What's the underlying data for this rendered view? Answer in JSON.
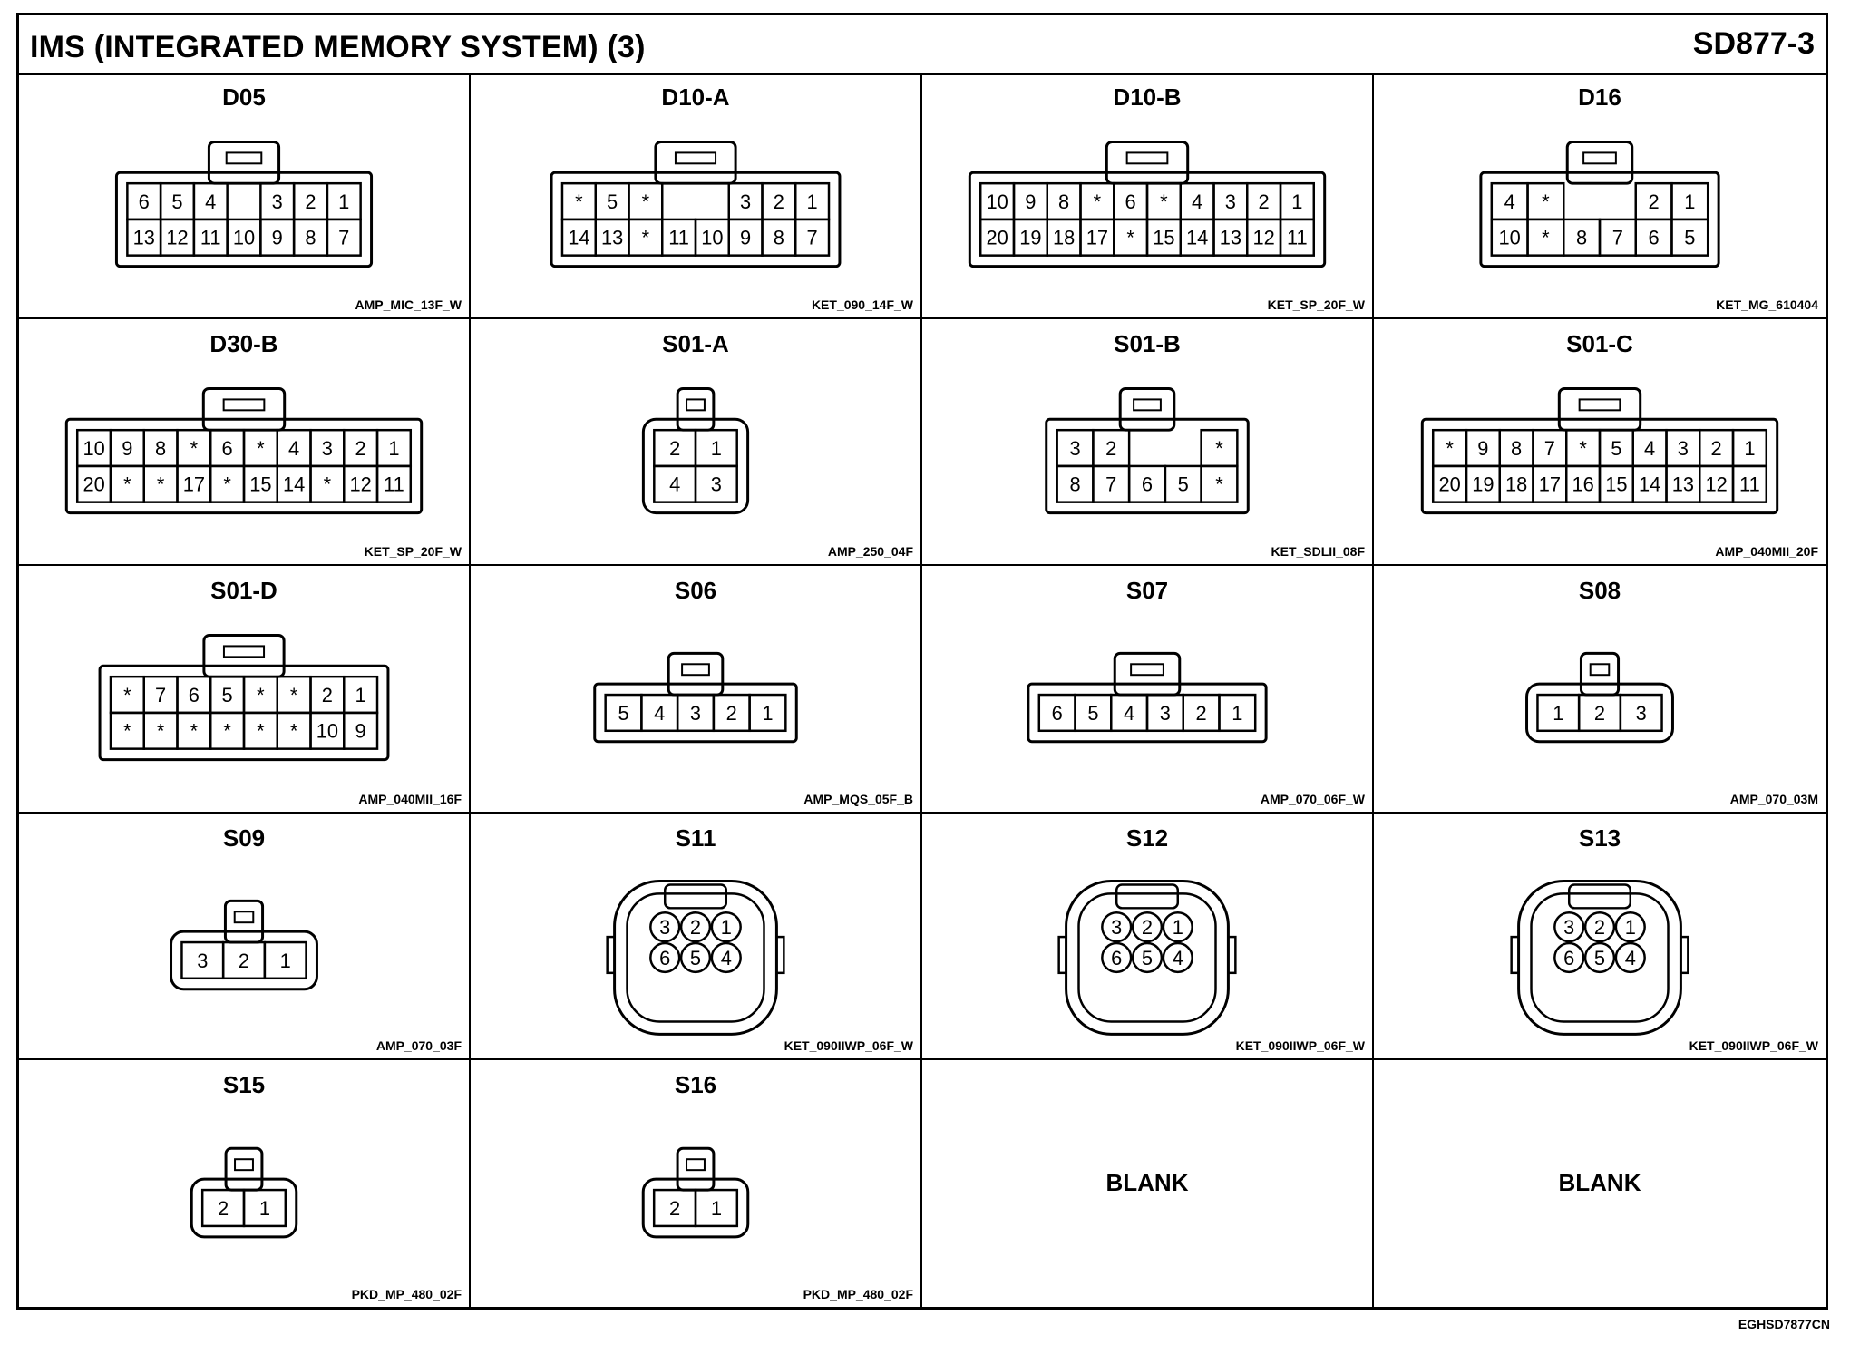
{
  "header": {
    "title": "IMS (INTEGRATED MEMORY SYSTEM) (3)",
    "code": "SD877-3"
  },
  "footer": {
    "ref": "EGHSD7877CN"
  },
  "connectors": [
    {
      "name": "D05",
      "type": "AMP_MIC_13F_W",
      "style": "rect",
      "cols": 7,
      "rows": [
        [
          "6",
          "5",
          "4",
          "",
          "3",
          "2",
          "1"
        ],
        [
          "13",
          "12",
          "11",
          "10",
          "9",
          "8",
          "7"
        ]
      ]
    },
    {
      "name": "D10-A",
      "type": "KET_090_14F_W",
      "style": "rect",
      "cols": 8,
      "rows": [
        [
          "*",
          "5",
          "*",
          "",
          "",
          "3",
          "2",
          "1"
        ],
        [
          "14",
          "13",
          "*",
          "11",
          "10",
          "9",
          "8",
          "7"
        ]
      ]
    },
    {
      "name": "D10-B",
      "type": "KET_SP_20F_W",
      "style": "rect",
      "cols": 10,
      "rows": [
        [
          "10",
          "9",
          "8",
          "*",
          "6",
          "*",
          "4",
          "3",
          "2",
          "1"
        ],
        [
          "20",
          "19",
          "18",
          "17",
          "*",
          "15",
          "14",
          "13",
          "12",
          "11"
        ]
      ]
    },
    {
      "name": "D16",
      "type": "KET_MG_610404",
      "style": "rect",
      "cols": 6,
      "rows": [
        [
          "4",
          "*",
          "",
          "",
          "2",
          "1"
        ],
        [
          "10",
          "*",
          "8",
          "7",
          "6",
          "5"
        ]
      ]
    },
    {
      "name": "D30-B",
      "type": "KET_SP_20F_W",
      "style": "rect",
      "cols": 10,
      "rows": [
        [
          "10",
          "9",
          "8",
          "*",
          "6",
          "*",
          "4",
          "3",
          "2",
          "1"
        ],
        [
          "20",
          "*",
          "*",
          "17",
          "*",
          "15",
          "14",
          "*",
          "12",
          "11"
        ]
      ]
    },
    {
      "name": "S01-A",
      "type": "AMP_250_04F",
      "style": "rect",
      "cols": 2,
      "rows": [
        [
          "2",
          "1"
        ],
        [
          "4",
          "3"
        ]
      ]
    },
    {
      "name": "S01-B",
      "type": "KET_SDLII_08F",
      "style": "rect",
      "cols": 5,
      "rows": [
        [
          "3",
          "2",
          "",
          "",
          "*"
        ],
        [
          "8",
          "7",
          "6",
          "5",
          "*"
        ]
      ]
    },
    {
      "name": "S01-C",
      "type": "AMP_040MII_20F",
      "style": "rect",
      "cols": 10,
      "rows": [
        [
          "*",
          "9",
          "8",
          "7",
          "*",
          "5",
          "4",
          "3",
          "2",
          "1"
        ],
        [
          "20",
          "19",
          "18",
          "17",
          "16",
          "15",
          "14",
          "13",
          "12",
          "11"
        ]
      ]
    },
    {
      "name": "S01-D",
      "type": "AMP_040MII_16F",
      "style": "rect",
      "cols": 8,
      "rows": [
        [
          "*",
          "7",
          "6",
          "5",
          "*",
          "*",
          "2",
          "1"
        ],
        [
          "*",
          "*",
          "*",
          "*",
          "*",
          "*",
          "10",
          "9"
        ]
      ]
    },
    {
      "name": "S06",
      "type": "AMP_MQS_05F_B",
      "style": "rect",
      "cols": 5,
      "rows": [
        [
          "5",
          "4",
          "3",
          "2",
          "1"
        ]
      ]
    },
    {
      "name": "S07",
      "type": "AMP_070_06F_W",
      "style": "rect",
      "cols": 6,
      "rows": [
        [
          "6",
          "5",
          "4",
          "3",
          "2",
          "1"
        ]
      ]
    },
    {
      "name": "S08",
      "type": "AMP_070_03M",
      "style": "rect",
      "cols": 3,
      "rows": [
        [
          "1",
          "2",
          "3"
        ]
      ]
    },
    {
      "name": "S09",
      "type": "AMP_070_03F",
      "style": "rect",
      "cols": 3,
      "rows": [
        [
          "3",
          "2",
          "1"
        ]
      ]
    },
    {
      "name": "S11",
      "type": "KET_090IIWP_06F_W",
      "style": "round",
      "cols": 3,
      "rows": [
        [
          "3",
          "2",
          "1"
        ],
        [
          "6",
          "5",
          "4"
        ]
      ]
    },
    {
      "name": "S12",
      "type": "KET_090IIWP_06F_W",
      "style": "round",
      "cols": 3,
      "rows": [
        [
          "3",
          "2",
          "1"
        ],
        [
          "6",
          "5",
          "4"
        ]
      ]
    },
    {
      "name": "S13",
      "type": "KET_090IIWP_06F_W",
      "style": "round",
      "cols": 3,
      "rows": [
        [
          "3",
          "2",
          "1"
        ],
        [
          "6",
          "5",
          "4"
        ]
      ]
    },
    {
      "name": "S15",
      "type": "PKD_MP_480_02F",
      "style": "rect",
      "cols": 2,
      "rows": [
        [
          "2",
          "1"
        ]
      ]
    },
    {
      "name": "S16",
      "type": "PKD_MP_480_02F",
      "style": "rect",
      "cols": 2,
      "rows": [
        [
          "2",
          "1"
        ]
      ]
    },
    {
      "name": "",
      "type": "",
      "style": "blank",
      "label": "BLANK"
    },
    {
      "name": "",
      "type": "",
      "style": "blank",
      "label": "BLANK"
    }
  ]
}
